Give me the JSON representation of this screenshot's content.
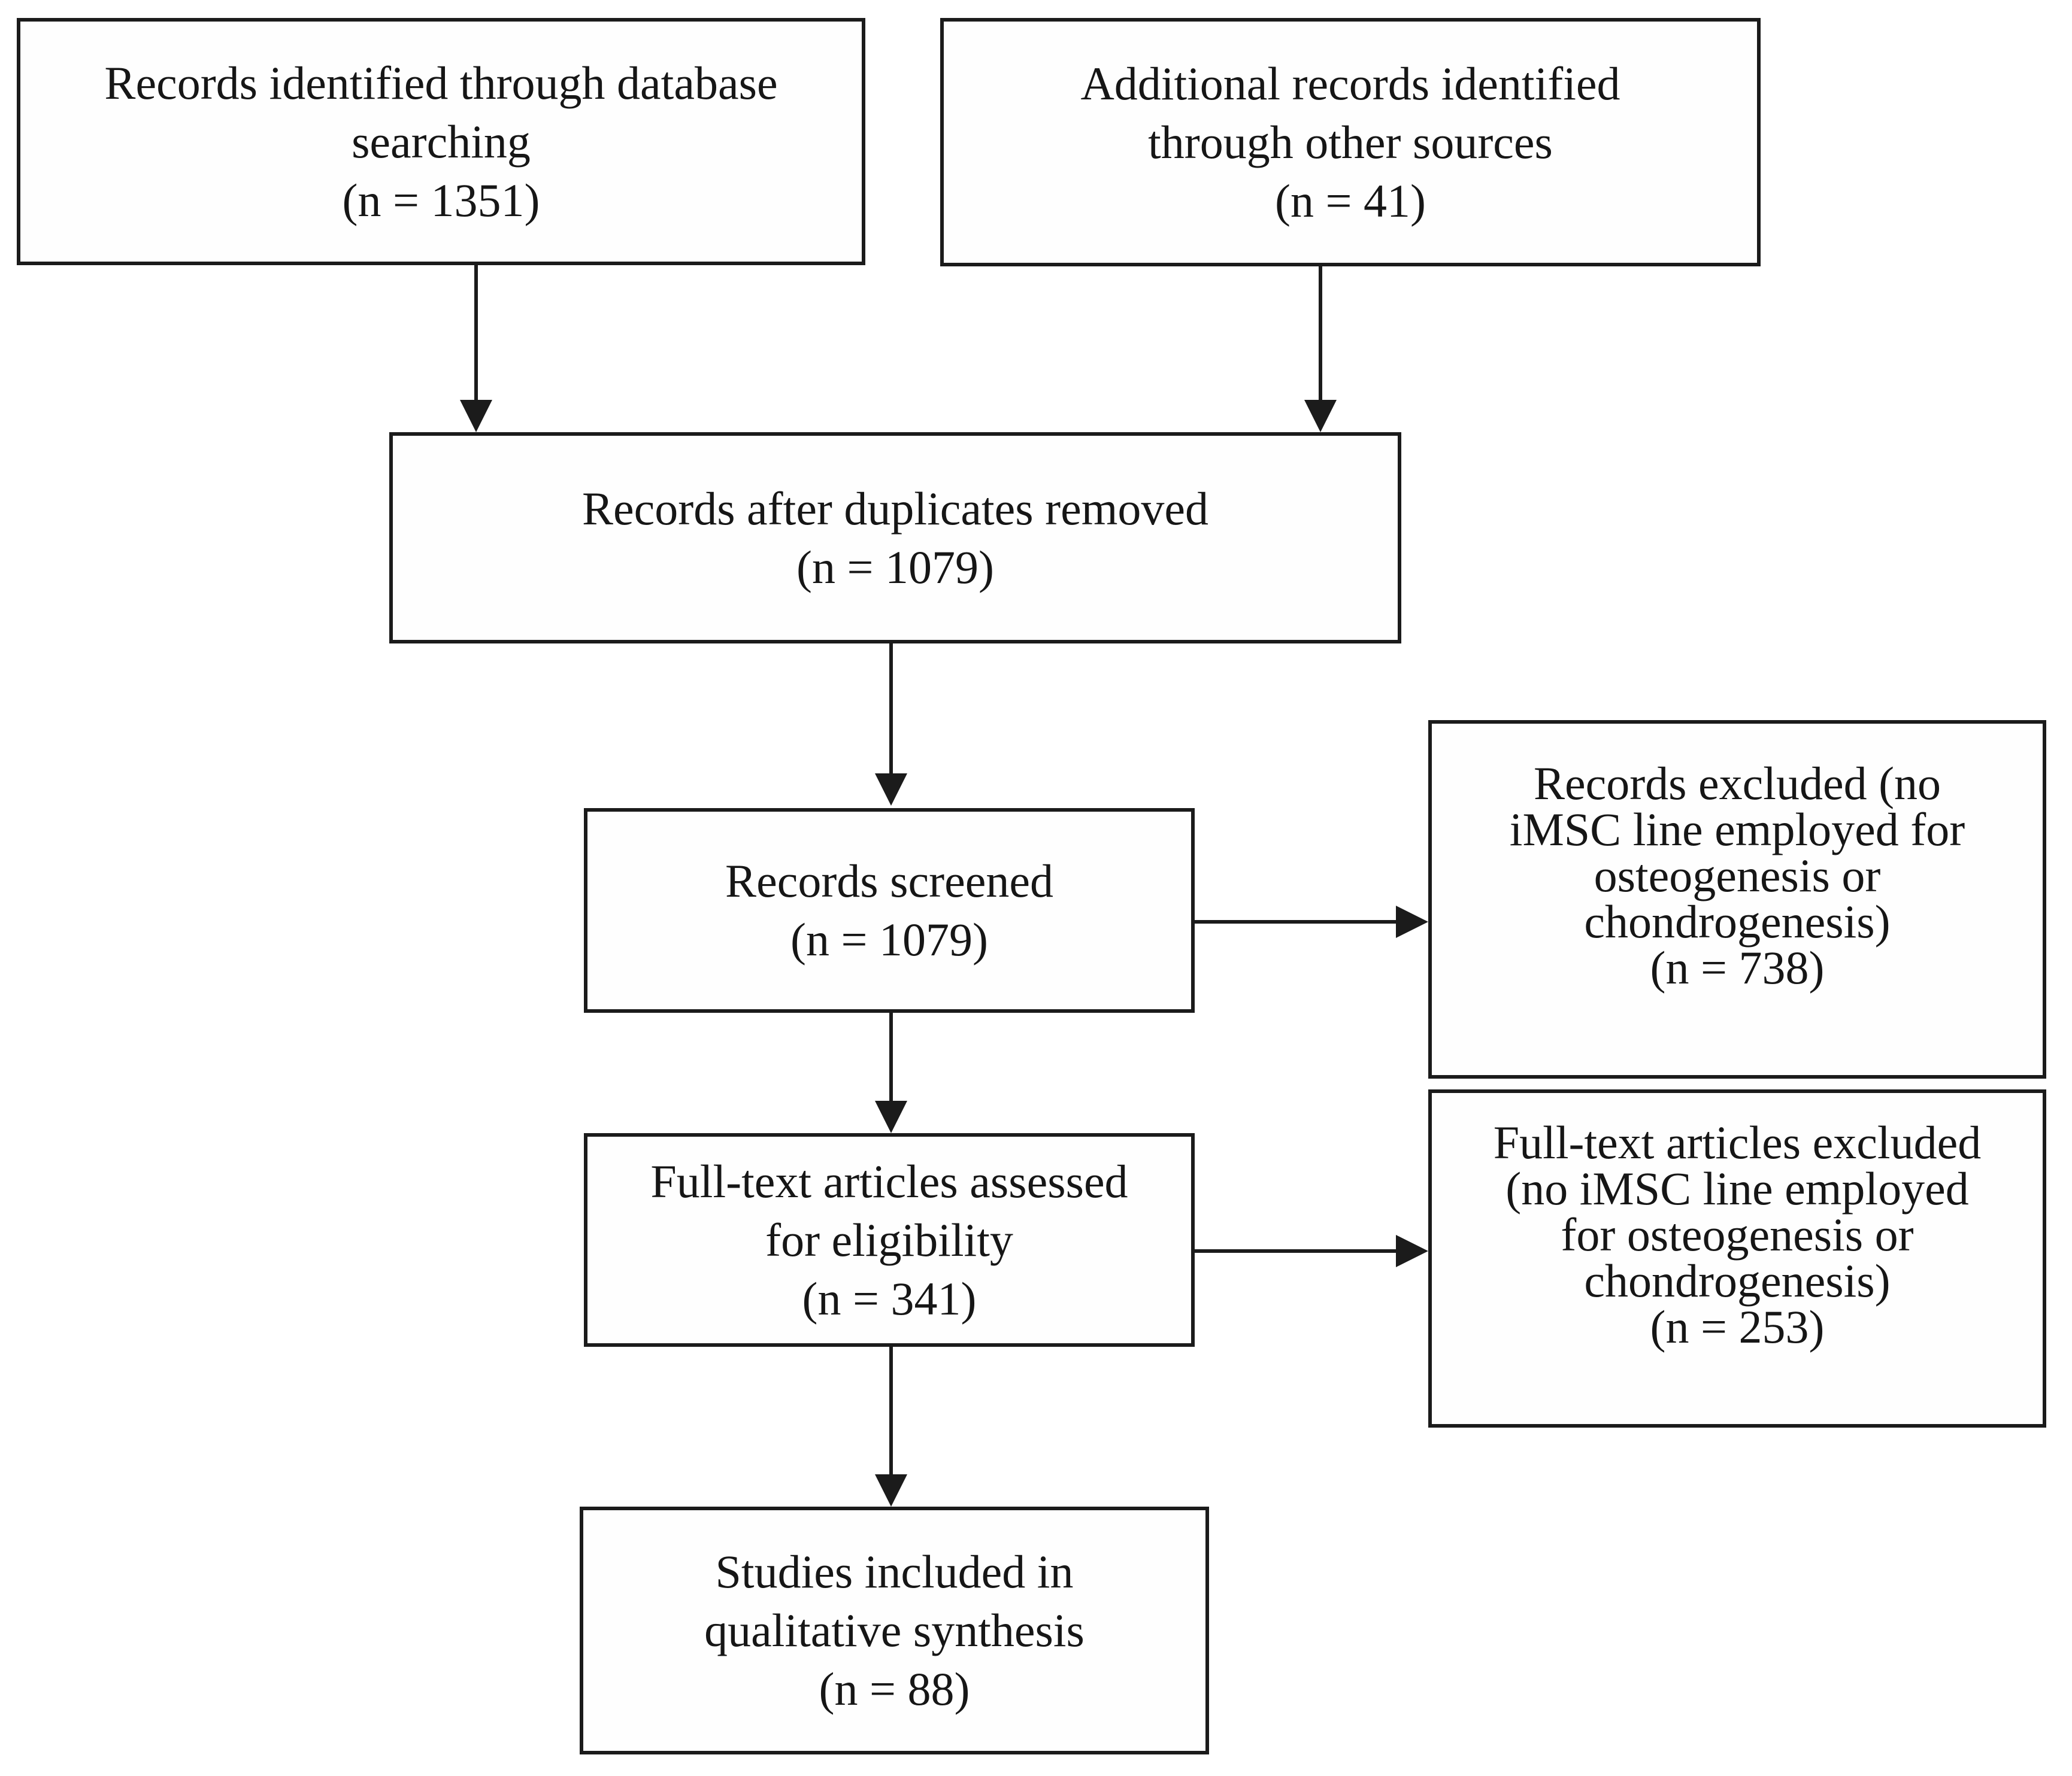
{
  "figure": {
    "type": "prisma-flow-diagram",
    "background_color": "#ffffff",
    "line_color": "#1b1b1b"
  },
  "boxes": {
    "identified": {
      "lines": [
        "Records identified through database",
        "searching",
        "(n = 1351)"
      ],
      "n": 1351
    },
    "additional": {
      "lines": [
        "Additional records identified",
        "through other sources",
        "(n = 41)"
      ],
      "n": 41
    },
    "duplicates_removed": {
      "lines": [
        "Records after duplicates removed",
        "(n = 1079)"
      ],
      "n": 1079
    },
    "screened": {
      "lines": [
        "Records screened",
        "(n = 1079)"
      ],
      "n": 1079
    },
    "records_excluded": {
      "lines": [
        "Records excluded (no",
        "iMSC line employed for",
        "osteogenesis or",
        "chondrogenesis)",
        "(n = 738)"
      ],
      "n": 738
    },
    "fulltext_assessed": {
      "lines": [
        "Full-text articles assessed",
        "for eligibility",
        "(n = 341)"
      ],
      "n": 341
    },
    "fulltext_excluded": {
      "lines": [
        "Full-text articles excluded",
        "(no iMSC line employed",
        "for osteogenesis or",
        "chondrogenesis)",
        "(n = 253)"
      ],
      "n": 253
    },
    "included": {
      "lines": [
        "Studies included in",
        "qualitative synthesis",
        "(n = 88)"
      ],
      "n": 88
    }
  }
}
